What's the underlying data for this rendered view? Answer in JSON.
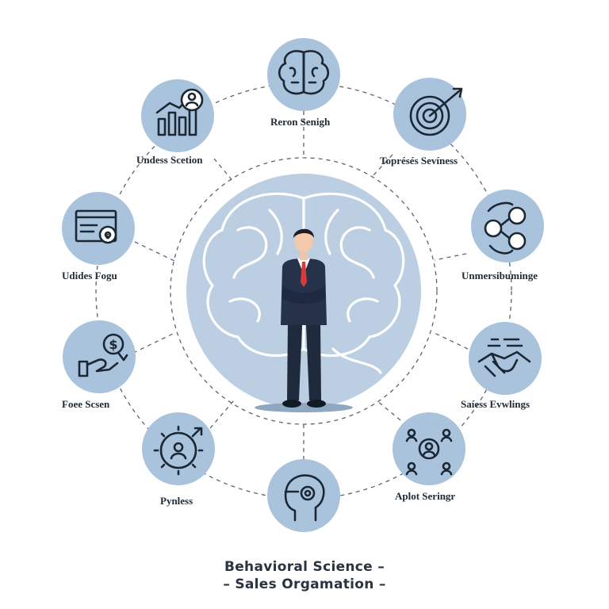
{
  "nodes": [
    {
      "id": "top",
      "label": "Reron Senigh",
      "icon": "brain-icon"
    },
    {
      "id": "top-right",
      "label": "Toprésés Sevíness",
      "icon": "target-icon"
    },
    {
      "id": "right-upper",
      "label": "Unmersibuminge",
      "icon": "network-cycle-icon"
    },
    {
      "id": "right-lower",
      "label": "Saíess Evwlings",
      "icon": "handshake-icon"
    },
    {
      "id": "bottom-right",
      "label": "Aplot Seringr",
      "icon": "people-network-icon"
    },
    {
      "id": "bottom",
      "label": "",
      "icon": "head-profile-icon"
    },
    {
      "id": "bottom-left",
      "label": "Pynless",
      "icon": "gear-person-icon"
    },
    {
      "id": "left-lower",
      "label": "Foee Scsen",
      "icon": "hand-money-icon"
    },
    {
      "id": "left-upper",
      "label": "Udides Fogu",
      "icon": "browser-gear-icon"
    },
    {
      "id": "top-left",
      "label": "Undess Scetion",
      "icon": "bar-chart-person-icon"
    }
  ],
  "center": {
    "icon": "businessman-brain-illustration"
  },
  "title": {
    "line1": "Behavioral Science –",
    "line2": "– Sales Orgamation –"
  },
  "colors": {
    "node": "#a9c3dd",
    "center": "#bccfe2",
    "ink": "#1b2733",
    "tie": "#d93a3a"
  }
}
